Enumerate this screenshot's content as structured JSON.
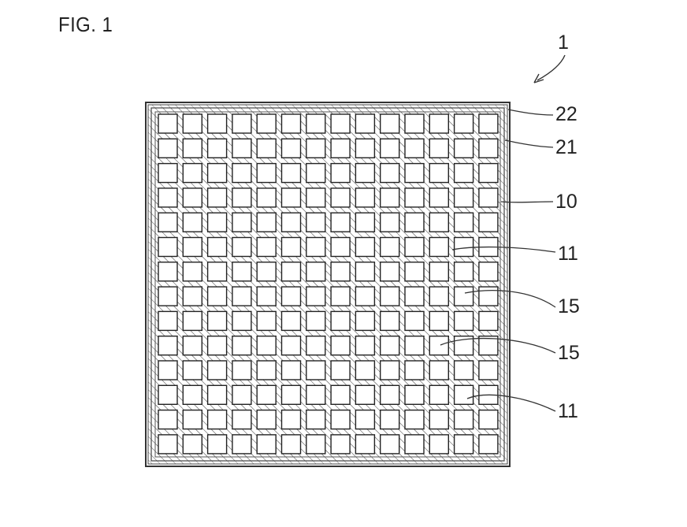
{
  "figure": {
    "title": "FIG. 1",
    "overall_ref": "1"
  },
  "grid": {
    "rows": 14,
    "cols": 14
  },
  "labels": [
    {
      "id": "outer-skin",
      "text": "22"
    },
    {
      "id": "inner-skin",
      "text": "21"
    },
    {
      "id": "partition-wall",
      "text": "10"
    },
    {
      "id": "cell-upper",
      "text": "11"
    },
    {
      "id": "plug-upper",
      "text": "15"
    },
    {
      "id": "plug-lower",
      "text": "15"
    },
    {
      "id": "cell-lower",
      "text": "11"
    }
  ]
}
